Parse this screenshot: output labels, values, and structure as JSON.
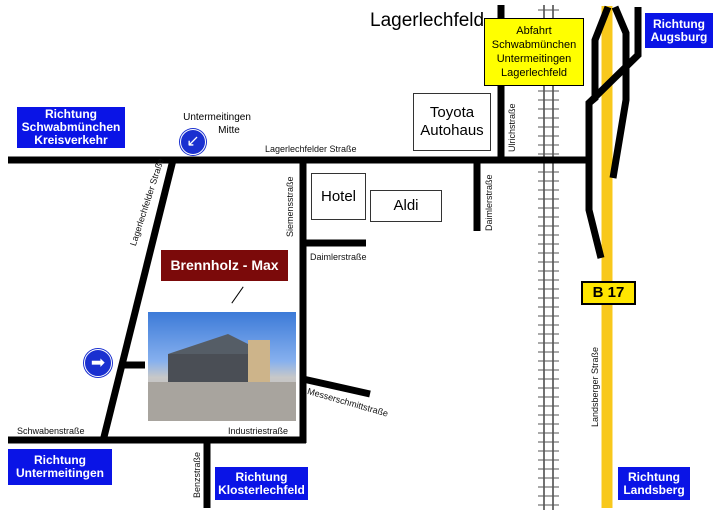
{
  "town": "Lagerlechfeld",
  "signs": {
    "schwabmuenchen": [
      "Richtung",
      "Schwabmünchen",
      "Kreisverkehr"
    ],
    "augsburg": [
      "Richtung",
      "Augsburg"
    ],
    "untermeitingen": [
      "Richtung",
      "Untermeitingen"
    ],
    "klosterlechfeld": [
      "Richtung",
      "Klosterlechfeld"
    ],
    "landsberg": [
      "Richtung",
      "Landsberg"
    ],
    "exit": [
      "Abfahrt",
      "Schwabmünchen",
      "Untermeitingen",
      "Lagerlechfeld"
    ],
    "highway": "B 17"
  },
  "roundabout_label": [
    "Untermeitingen",
    "Mitte"
  ],
  "buildings": {
    "toyota": [
      "Toyota",
      "Autohaus"
    ],
    "hotel": "Hotel",
    "aldi": "Aldi"
  },
  "business": "Brennholz - Max",
  "streets": {
    "lagerlechfelder_h": "Lagerlechfelder Straße",
    "lagerlechfelder_diag": "Lagerlechfelder Straße",
    "siemens": "Siemensstraße",
    "daimler_left": "Daimlerstraße",
    "daimler_right": "Daimlerstraße",
    "ulrich": "Ulrichstraße",
    "messerschmitt": "Messerschmittstraße",
    "schwaben": "Schwabenstraße",
    "industrie": "Industriestraße",
    "benz": "Benzstraße",
    "landsberger": "Landsberger Straße"
  },
  "colors": {
    "sign_blue": "#0a14e6",
    "exit_yellow": "#ffff00",
    "highway": "#f8c81c",
    "business": "#7b0a0a"
  }
}
